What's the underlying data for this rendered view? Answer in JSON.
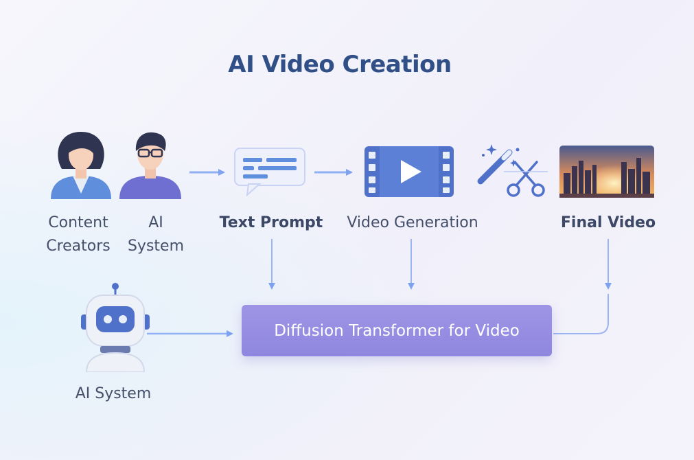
{
  "title": "AI Video Creation",
  "nodes": {
    "content_creators": [
      "Content",
      "Creators"
    ],
    "ai_system_top": [
      "AI",
      "System"
    ],
    "text_prompt": "Text Prompt",
    "video_generation": "Video Generation",
    "final_video": "Final Video",
    "ai_system_bottom": "AI System",
    "diffusion": "Diffusion Transformer for Video"
  },
  "colors": {
    "title": "#2f4f86",
    "arrow": "#7fa2f0",
    "box": "#958ce2",
    "creator_shirt": "#5f8fdc",
    "ai_figure_shirt": "#6e6fd0"
  },
  "icons": [
    "woman-avatar-icon",
    "man-avatar-icon",
    "chat-bubble-icon",
    "video-play-icon",
    "magic-wand-icon",
    "scissors-icon",
    "city-thumbnail-icon",
    "robot-icon"
  ]
}
